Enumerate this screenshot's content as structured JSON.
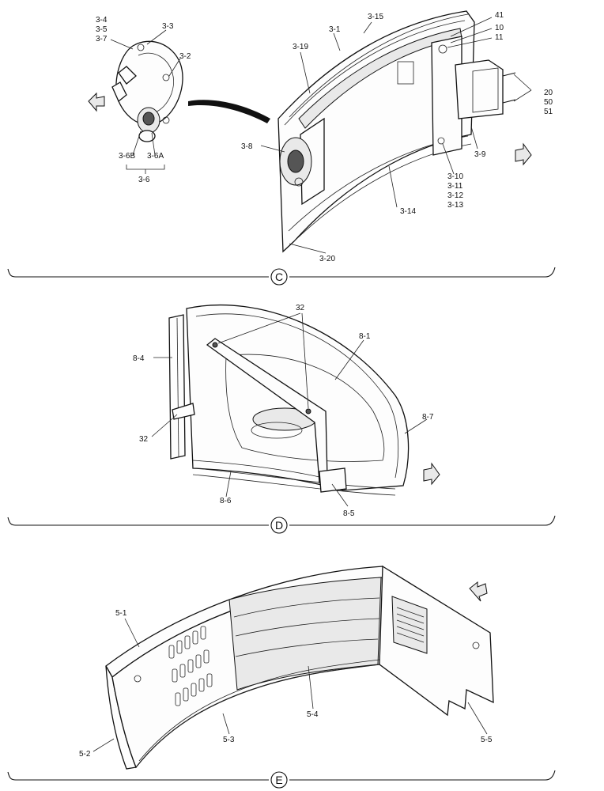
{
  "sections": {
    "c": {
      "marker": "C",
      "labels": {
        "l_3_4": "3-4",
        "l_3_5": "3-5",
        "l_3_7": "3-7",
        "l_3_3": "3-3",
        "l_3_2": "3-2",
        "l_3_6b": "3-6B",
        "l_3_6a": "3-6A",
        "l_3_6": "3-6",
        "l_3_15": "3-15",
        "l_3_1": "3-1",
        "l_3_19": "3-19",
        "l_41": "41",
        "l_10": "10",
        "l_11": "11",
        "l_20": "20",
        "l_50": "50",
        "l_51": "51",
        "l_3_8": "3-8",
        "l_3_9": "3-9",
        "l_3_10": "3-10",
        "l_3_11": "3-11",
        "l_3_12": "3-12",
        "l_3_13": "3-13",
        "l_3_14": "3-14",
        "l_3_20": "3-20"
      }
    },
    "d": {
      "marker": "D",
      "labels": {
        "l_32a": "32",
        "l_8_1": "8-1",
        "l_8_4": "8-4",
        "l_32b": "32",
        "l_8_7": "8-7",
        "l_8_6": "8-6",
        "l_8_5": "8-5"
      }
    },
    "e": {
      "marker": "E",
      "labels": {
        "l_5_1": "5-1",
        "l_5_4": "5-4",
        "l_5_3": "5-3",
        "l_5_2": "5-2",
        "l_5_5": "5-5"
      }
    }
  }
}
